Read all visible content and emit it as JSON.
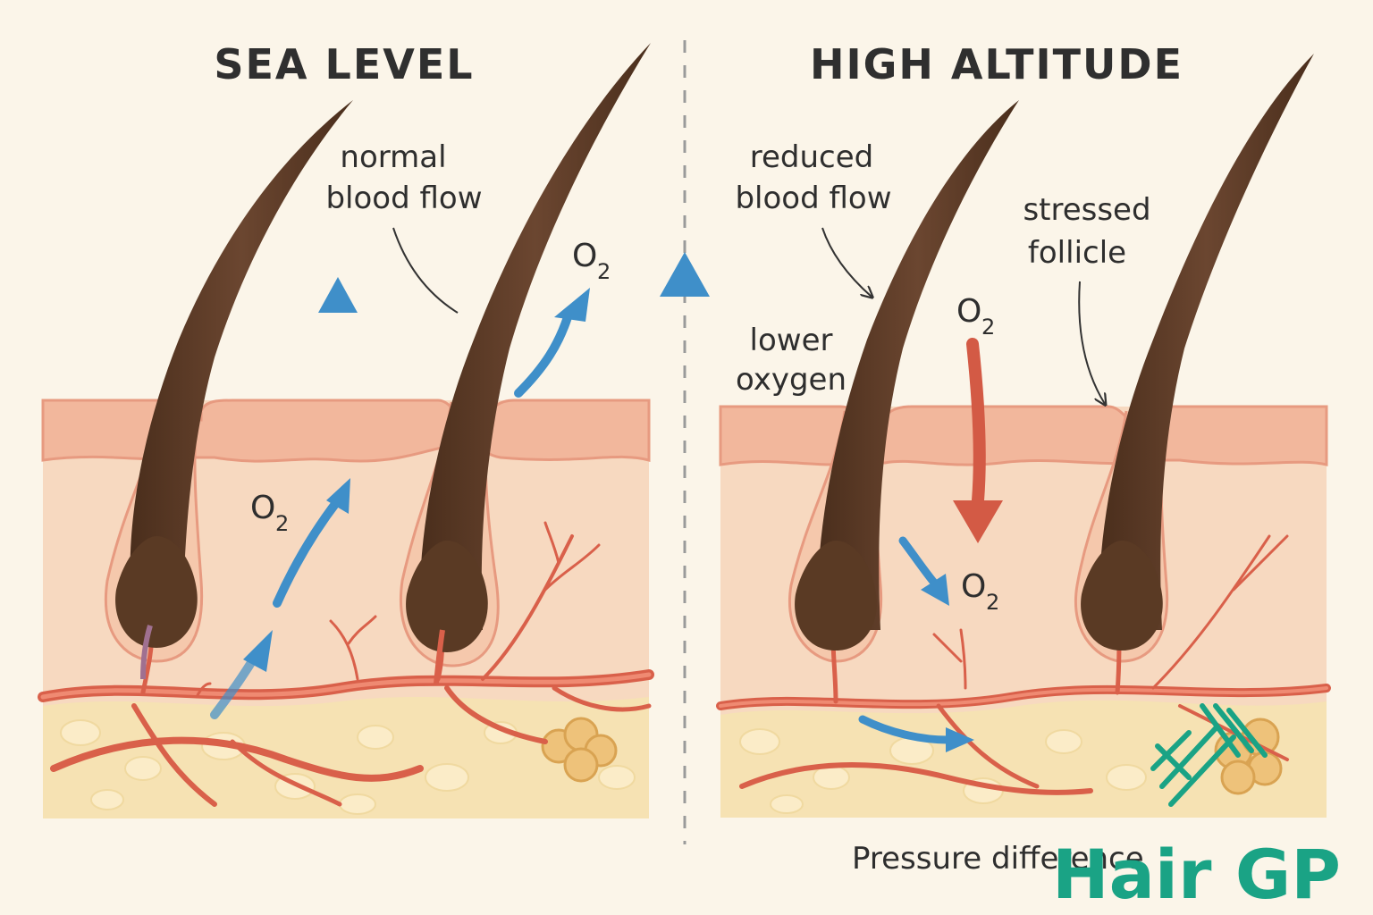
{
  "panels": {
    "left_title": "SEA LEVEL",
    "right_title": "HIGH ALTITUDE"
  },
  "labels": {
    "normal_blood_flow": [
      "normal",
      "blood flow"
    ],
    "reduced_blood_flow": [
      "reduced",
      "blood flow"
    ],
    "stressed_follicle": [
      "stressed",
      "follicle"
    ],
    "lower_oxygen": [
      "lower",
      "oxygen"
    ],
    "o2": "O",
    "o2_sub": "2",
    "pressure": "Pressure difference"
  },
  "brand": {
    "name": "Hair GP",
    "color": "#1aa385"
  },
  "colors": {
    "hair": "#5a3a24",
    "vessel": "#d9604a",
    "oxygen_arrow": "#3f8fc9",
    "reduced_arrow": "#d35a45",
    "skin": "#f6d9c0",
    "fat": "#f6e2b3"
  }
}
